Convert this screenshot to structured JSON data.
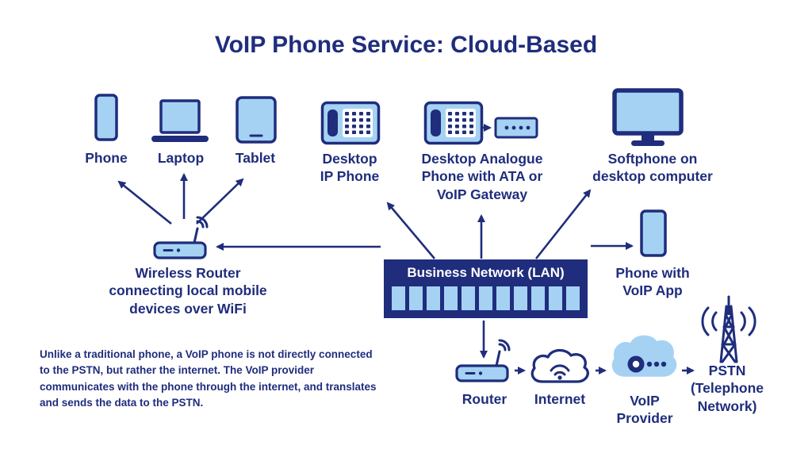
{
  "title": "VoIP Phone Service: Cloud-Based",
  "colors": {
    "navy": "#1f2d7c",
    "light_blue": "#a5d2f3",
    "white": "#ffffff"
  },
  "devices": {
    "phone": {
      "label": "Phone"
    },
    "laptop": {
      "label": "Laptop"
    },
    "tablet": {
      "label": "Tablet"
    },
    "desktop_ip_phone": {
      "label": "Desktop\nIP Phone"
    },
    "analogue_phone": {
      "label": "Desktop Analogue\nPhone with ATA or\nVoIP Gateway"
    },
    "softphone": {
      "label": "Softphone on\ndesktop computer"
    },
    "wireless_router": {
      "label": "Wireless Router\nconnecting local mobile\ndevices over WiFi"
    },
    "phone_voip_app": {
      "label": "Phone with\nVoIP App"
    },
    "router": {
      "label": "Router"
    },
    "internet": {
      "label": "Internet"
    },
    "voip_provider": {
      "label": "VoIP\nProvider"
    },
    "pstn": {
      "label": "PSTN\n(Telephone\nNetwork)"
    }
  },
  "lan": {
    "label": "Business Network (LAN)",
    "port_count": 11
  },
  "description": "Unlike a traditional phone, a VoIP phone is not directly connected to the PSTN, but rather the internet. The VoIP provider communicates with the phone through the internet, and translates and sends the data to the PSTN."
}
